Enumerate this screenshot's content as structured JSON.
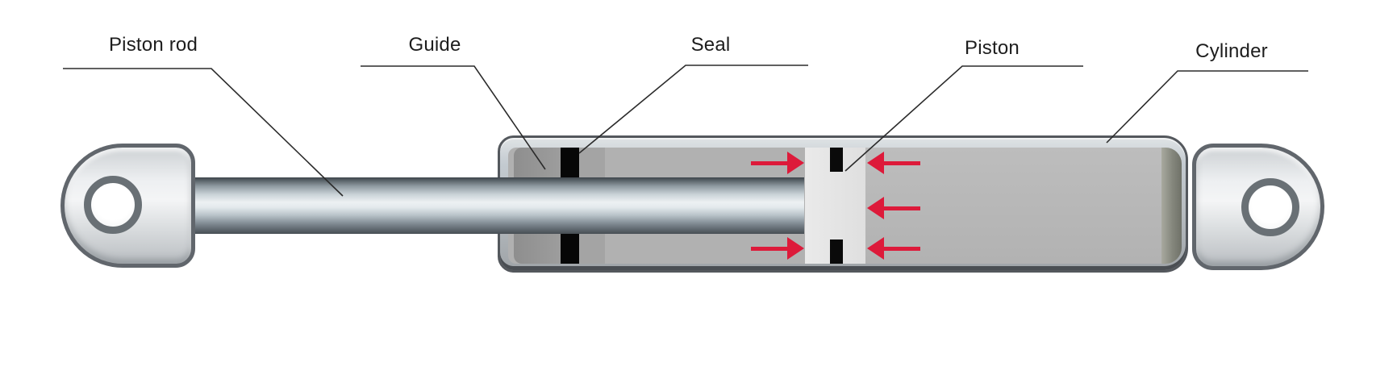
{
  "diagram": {
    "type": "gas-spring cross-section schematic",
    "labels": {
      "piston_rod": "Piston rod",
      "guide": "Guide",
      "seal": "Seal",
      "piston": "Piston",
      "cylinder": "Cylinder"
    },
    "arrows": {
      "color": "#dd1a3a",
      "pointing_right_at_piston_left_side": 2,
      "pointing_left_at_piston_right_side": 3
    },
    "colors": {
      "background": "#ffffff",
      "label_text": "#1d1d1d",
      "leader_line": "#2b2b2b",
      "metal_outline": "#54585d",
      "cylinder_shell": "#c3cad0",
      "cavity_gray": "#b2b2b2",
      "guide_gray": "#959595",
      "seal_black": "#070707",
      "piston_face": "#e4e4e4",
      "rod_highlight": "#edf1f3",
      "eyelet_fill": "#e8eaeb"
    }
  }
}
